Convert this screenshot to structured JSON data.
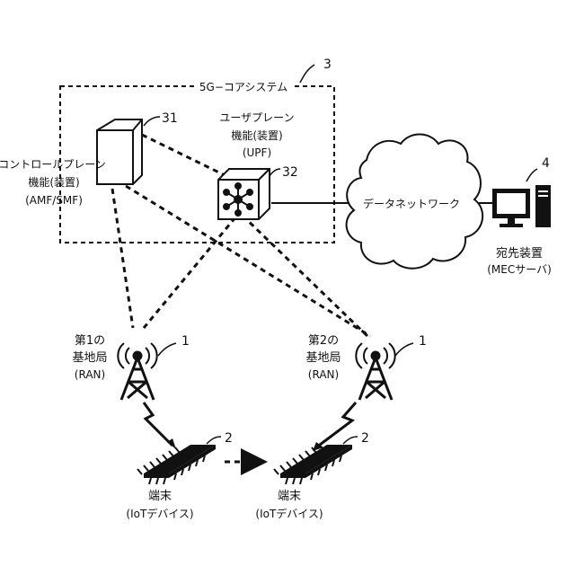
{
  "core": {
    "title": "5G−コアシステム",
    "ref": "3"
  },
  "control_plane": {
    "line1": "コントロールプレーン",
    "line2": "機能(装置)",
    "line3": "(AMF/SMF)",
    "ref": "31"
  },
  "user_plane": {
    "line1": "ユーザプレーン",
    "line2": "機能(装置)",
    "line3": "(UPF)",
    "ref": "32"
  },
  "data_network": {
    "label": "データネットワーク"
  },
  "destination": {
    "line1": "宛先装置",
    "line2": "(MECサーバ)",
    "ref": "4"
  },
  "base_station_1": {
    "line1": "第1の",
    "line2": "基地局",
    "line3": "(RAN)",
    "ref": "1"
  },
  "base_station_2": {
    "line1": "第2の",
    "line2": "基地局",
    "line3": "(RAN)",
    "ref": "1"
  },
  "terminal_1": {
    "line1": "端末",
    "line2": "(IoTデバイス)",
    "ref": "2"
  },
  "terminal_2": {
    "line1": "端末",
    "line2": "(IoTデバイス)",
    "ref": "2"
  }
}
